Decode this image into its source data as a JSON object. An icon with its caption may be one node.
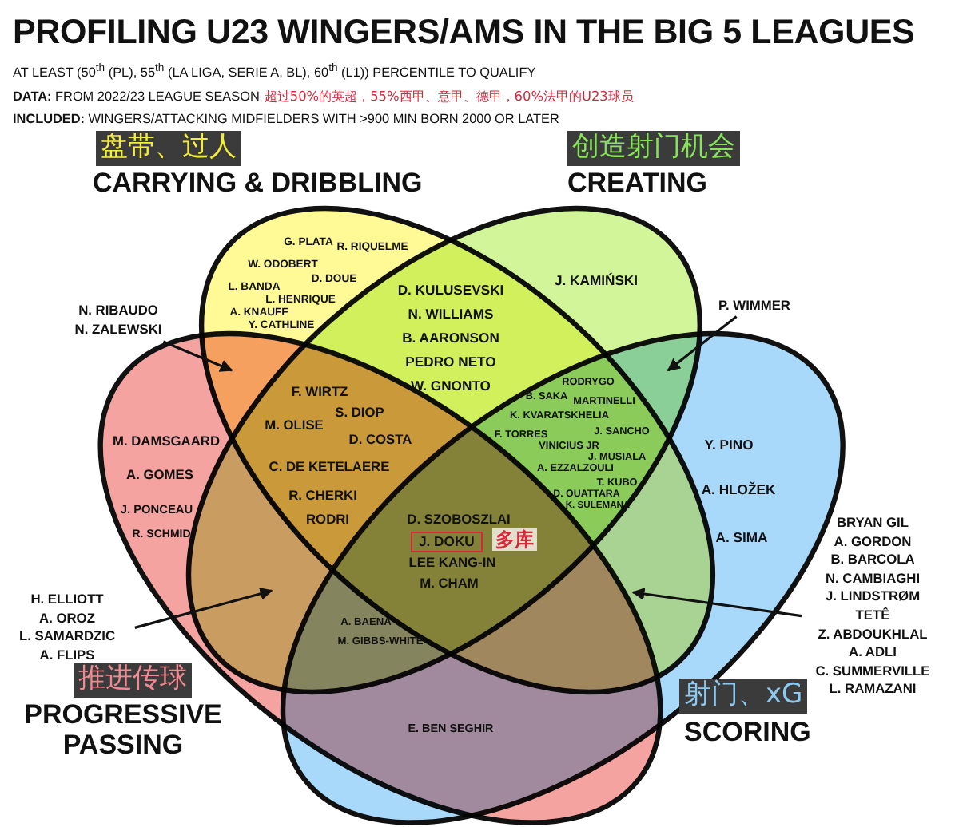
{
  "diagram": {
    "title": "PROFILING U23 WINGERS/AMS IN THE BIG 5 LEAGUES",
    "nodes": [
      {
        "text": [
          "盘带、过人",
          "CARRYING & DRIBBLING"
        ]
      },
      {
        "text": [
          "创造射门机会",
          "CREATING"
        ]
      },
      {
        "text": [
          "推进传球",
          "PROGRESSIVE PASSING"
        ]
      },
      {
        "text": [
          "射门、xG",
          "SCORING"
        ]
      },
      {
        "text": [
          "N. RIBAUDO",
          "N. ZALEWSKI"
        ]
      },
      {
        "text": [
          "P. WIMMER"
        ]
      },
      {
        "text": [
          "H. ELLIOTT",
          "A. OROZ",
          "L. SAMARDZIC",
          "A. FLIPS"
        ]
      },
      {
        "text": [
          "BRYAN GIL",
          "A. GORDON",
          "B. BARCOLA",
          "N. CAMBIAGHI",
          "J. LINDSTRØM",
          "TETÊ",
          "Z. ABDOUKHLAL",
          "A. ADLI",
          "C. SUMMERVILLE",
          "L. RAMAZANI"
        ]
      },
      {
        "text": [
          "J. DOKU"
        ]
      }
    ],
    "edges": [
      {
        "from": 4,
        "to": 0,
        "arrow": "to"
      },
      {
        "from": 5,
        "to": 1,
        "arrow": "to"
      },
      {
        "from": 6,
        "to": 1,
        "arrow": "to"
      },
      {
        "from": 7,
        "to": 0,
        "arrow": "to"
      }
    ],
    "labels": [
      "AT LEAST (50$^{th}$ (PL), 55$^{th}$ (LA LIGA, SERIE A, BL), 60$^{th}$ (L1)) PERCENTILE TO QUALIFY",
      "**DATA:** FROM 2022/23 LEAGUE SEASON",
      "超过50%的英超，55%西甲、意甲、德甲，60%法甲的U23球员",
      "**INCLUDED:** WINGERS/ATTACKING MIDFIELDERS WITH >900 MIN BORN 2000 OR LATER",
      "G. PLATA",
      "R. RIQUELME",
      "W. ODOBERT",
      "D. DOUE",
      "L. BANDA",
      "L. HENRIQUE",
      "A. KNAUFF",
      "Y. CATHLINE",
      "D. KULUSEVSKI",
      "N. WILLIAMS",
      "B. AARONSON",
      "PEDRO NETO",
      "W. GNONTO",
      "J. KAMIŃSKI",
      "F. WIRTZ",
      "S. DIOP",
      "M. OLISE",
      "D. COSTA",
      "C. DE KETELAERE",
      "R. CHERKI",
      "RODRI",
      "M. DAMSGAARD",
      "A. GOMES",
      "J. PONCEAU",
      "R. SCHMID",
      "RODRYGO",
      "B. SAKA",
      "MARTINELLI",
      "K. KVARATSKHELIA",
      "F. TORRES",
      "VINICIUS JR",
      "J. SANCHO",
      "J. MUSIALA",
      "A. EZZALZOULI",
      "T. KUBO",
      "D. OUATTARA",
      "K. SULEMANA",
      "Y. PINO",
      "A. HLOŽEK",
      "A. SIMA",
      "D. SZOBOSZLAI",
      "LEE KANG-IN",
      "M. CHAM",
      "A. BAENA",
      "M. GIBBS-WHITE",
      "E. BEN SEGHIR",
      "多库"
    ]
  }
}
